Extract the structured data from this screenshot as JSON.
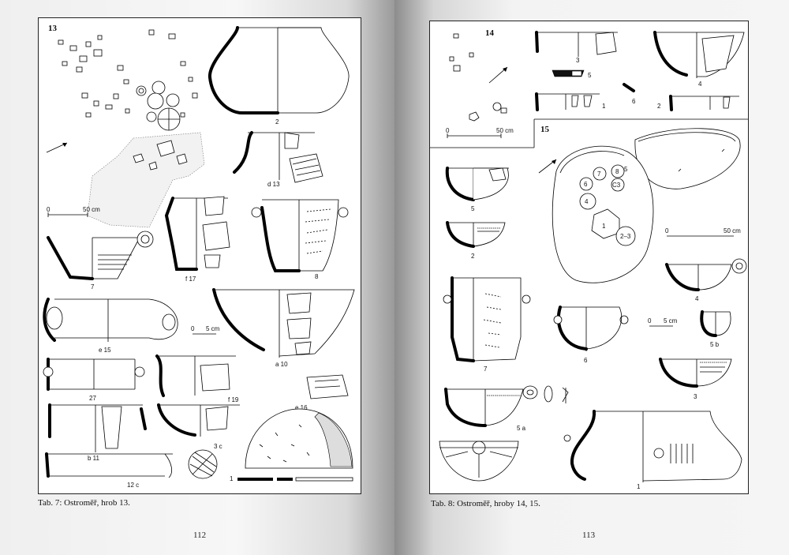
{
  "left_page": {
    "plate_number": "13",
    "caption": "Tab. 7: Ostroměř, hrob 13.",
    "page_number": "112",
    "labels": {
      "l2": "2",
      "d13": "d 13",
      "f17": "f 17",
      "l8": "8",
      "l7": "7",
      "e15": "e 15",
      "a10": "a 10",
      "l27": "27",
      "f19": "f 19",
      "e16": "e 16",
      "b11": "b 11",
      "l3c": "3 c",
      "l12c": "12 c",
      "l1": "1",
      "scale_a_0": "0",
      "scale_a_50": "50 cm",
      "scale_b_0": "0",
      "scale_b_5": "5 cm"
    }
  },
  "right_page": {
    "plate_number_a": "14",
    "plate_number_b": "15",
    "caption": "Tab. 8: Ostroměř, hroby 14, 15.",
    "page_number": "113",
    "labels": {
      "r3": "3",
      "r4": "4",
      "r5a": "5",
      "r6a": "6",
      "r1a": "1",
      "r2a": "2",
      "scale_c_0": "0",
      "scale_c_50": "50 cm",
      "r5": "5",
      "r2": "2",
      "r7": "7",
      "r6": "6",
      "r4b": "4",
      "r5b": "5 b",
      "r3b": "3",
      "r5c": "5 a",
      "r1": "1",
      "scale_d_0": "0",
      "scale_d_50": "50 cm",
      "scale_e_0": "0",
      "scale_e_5": "5 cm",
      "grave_5": "5",
      "grave_7": "7",
      "grave_6": "6",
      "grave_8": "8",
      "grave_c3": "C3",
      "grave_4": "4",
      "grave_1": "1",
      "grave_23": "2–3"
    }
  }
}
